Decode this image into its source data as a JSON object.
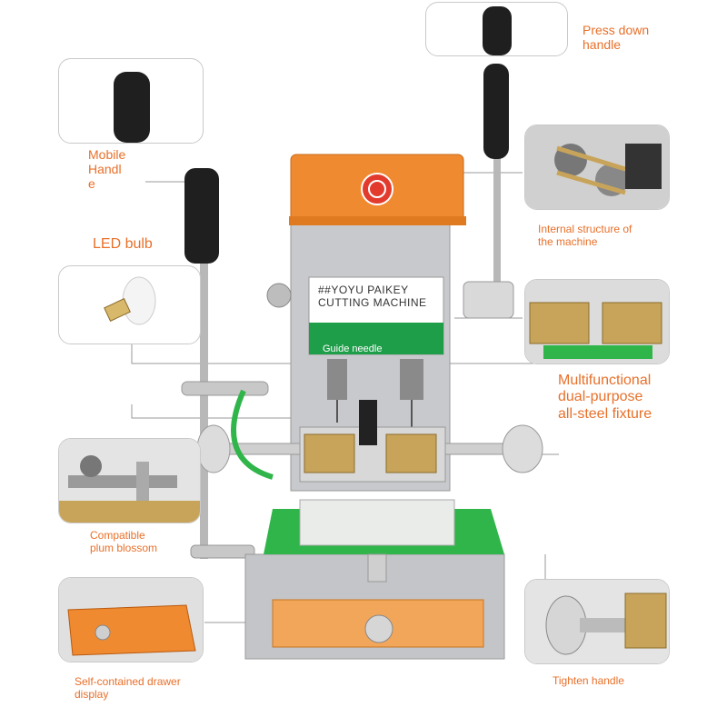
{
  "callouts": {
    "press_down_handle": "Press down\nhandle",
    "mobile_handle": "Mobile\nHandl\ne",
    "led_bulb": "LED bulb",
    "internal_structure": "Internal structure of\nthe machine",
    "multifunctional_fixture": "Multifunctional\ndual-purpose\nall-steel fixture",
    "compatible_plum": "Compatible\nplum blossom",
    "drawer_display": "Self-contained drawer\ndisplay",
    "tighten_handle": "Tighten handle"
  },
  "machine_plate": {
    "title_line1": "##YOYU PAIKEY",
    "title_line2": "CUTTING MACHINE",
    "guide_needle": "Guide needle"
  },
  "colors": {
    "accent_orange": "#e8702a",
    "body_grey": "#c8c9cc",
    "top_orange": "#f08a30",
    "base_green": "#2fb54a",
    "brass": "#c8a45a"
  }
}
